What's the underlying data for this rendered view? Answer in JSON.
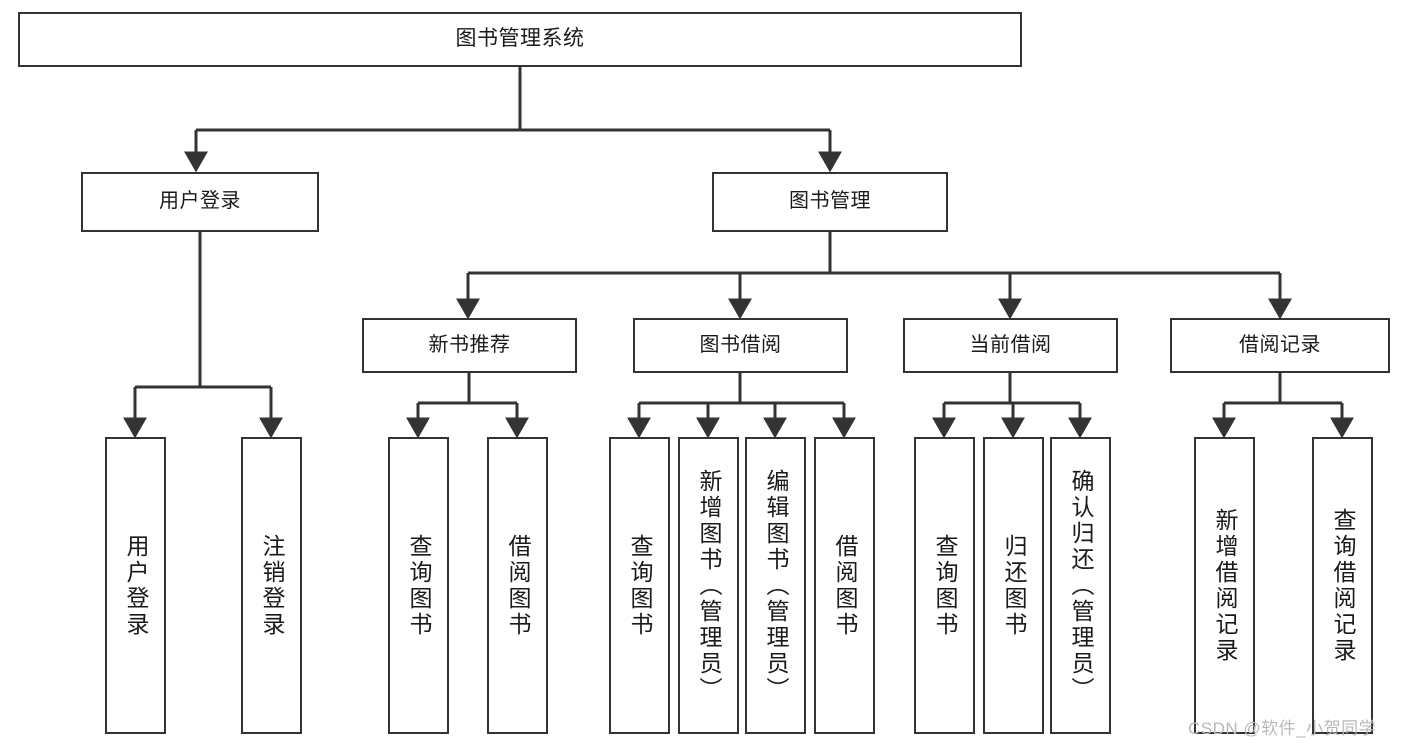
{
  "diagram": {
    "title": "图书管理系统",
    "type": "tree",
    "watermark": "CSDN @软件_小贺同学",
    "colors": {
      "stroke": "#333333",
      "fill": "#ffffff",
      "text": "#1a1a1a",
      "watermark": "#b9b9b9"
    },
    "nodes": {
      "root": {
        "label": "图书管理系统",
        "level": 0
      },
      "l1": [
        {
          "id": "user-login",
          "label": "用户登录",
          "level": 1
        },
        {
          "id": "book-manage",
          "label": "图书管理",
          "level": 1
        }
      ],
      "l2": [
        {
          "id": "new-book-recommend",
          "label": "新书推荐",
          "level": 2,
          "parent": "book-manage"
        },
        {
          "id": "book-borrow",
          "label": "图书借阅",
          "level": 2,
          "parent": "book-manage"
        },
        {
          "id": "current-borrow",
          "label": "当前借阅",
          "level": 2,
          "parent": "book-manage"
        },
        {
          "id": "borrow-record",
          "label": "借阅记录",
          "level": 2,
          "parent": "book-manage"
        }
      ],
      "leaves": [
        {
          "id": "leaf-user-login",
          "label": "用户登录",
          "parent": "user-login"
        },
        {
          "id": "leaf-logout",
          "label": "注销登录",
          "parent": "user-login"
        },
        {
          "id": "leaf-query-book-1",
          "label": "查询图书",
          "parent": "new-book-recommend"
        },
        {
          "id": "leaf-borrow-book-1",
          "label": "借阅图书",
          "parent": "new-book-recommend"
        },
        {
          "id": "leaf-query-book-2",
          "label": "查询图书",
          "parent": "book-borrow"
        },
        {
          "id": "leaf-add-book",
          "label": "新增图书（管理员）",
          "parent": "book-borrow"
        },
        {
          "id": "leaf-edit-book",
          "label": "编辑图书（管理员）",
          "parent": "book-borrow"
        },
        {
          "id": "leaf-borrow-book-2",
          "label": "借阅图书",
          "parent": "book-borrow"
        },
        {
          "id": "leaf-query-book-3",
          "label": "查询图书",
          "parent": "current-borrow"
        },
        {
          "id": "leaf-return-book",
          "label": "归还图书",
          "parent": "current-borrow"
        },
        {
          "id": "leaf-confirm-return",
          "label": "确认归还（管理员）",
          "parent": "current-borrow"
        },
        {
          "id": "leaf-add-record",
          "label": "新增借阅记录",
          "parent": "borrow-record"
        },
        {
          "id": "leaf-query-record",
          "label": "查询借阅记录",
          "parent": "borrow-record"
        }
      ]
    }
  }
}
